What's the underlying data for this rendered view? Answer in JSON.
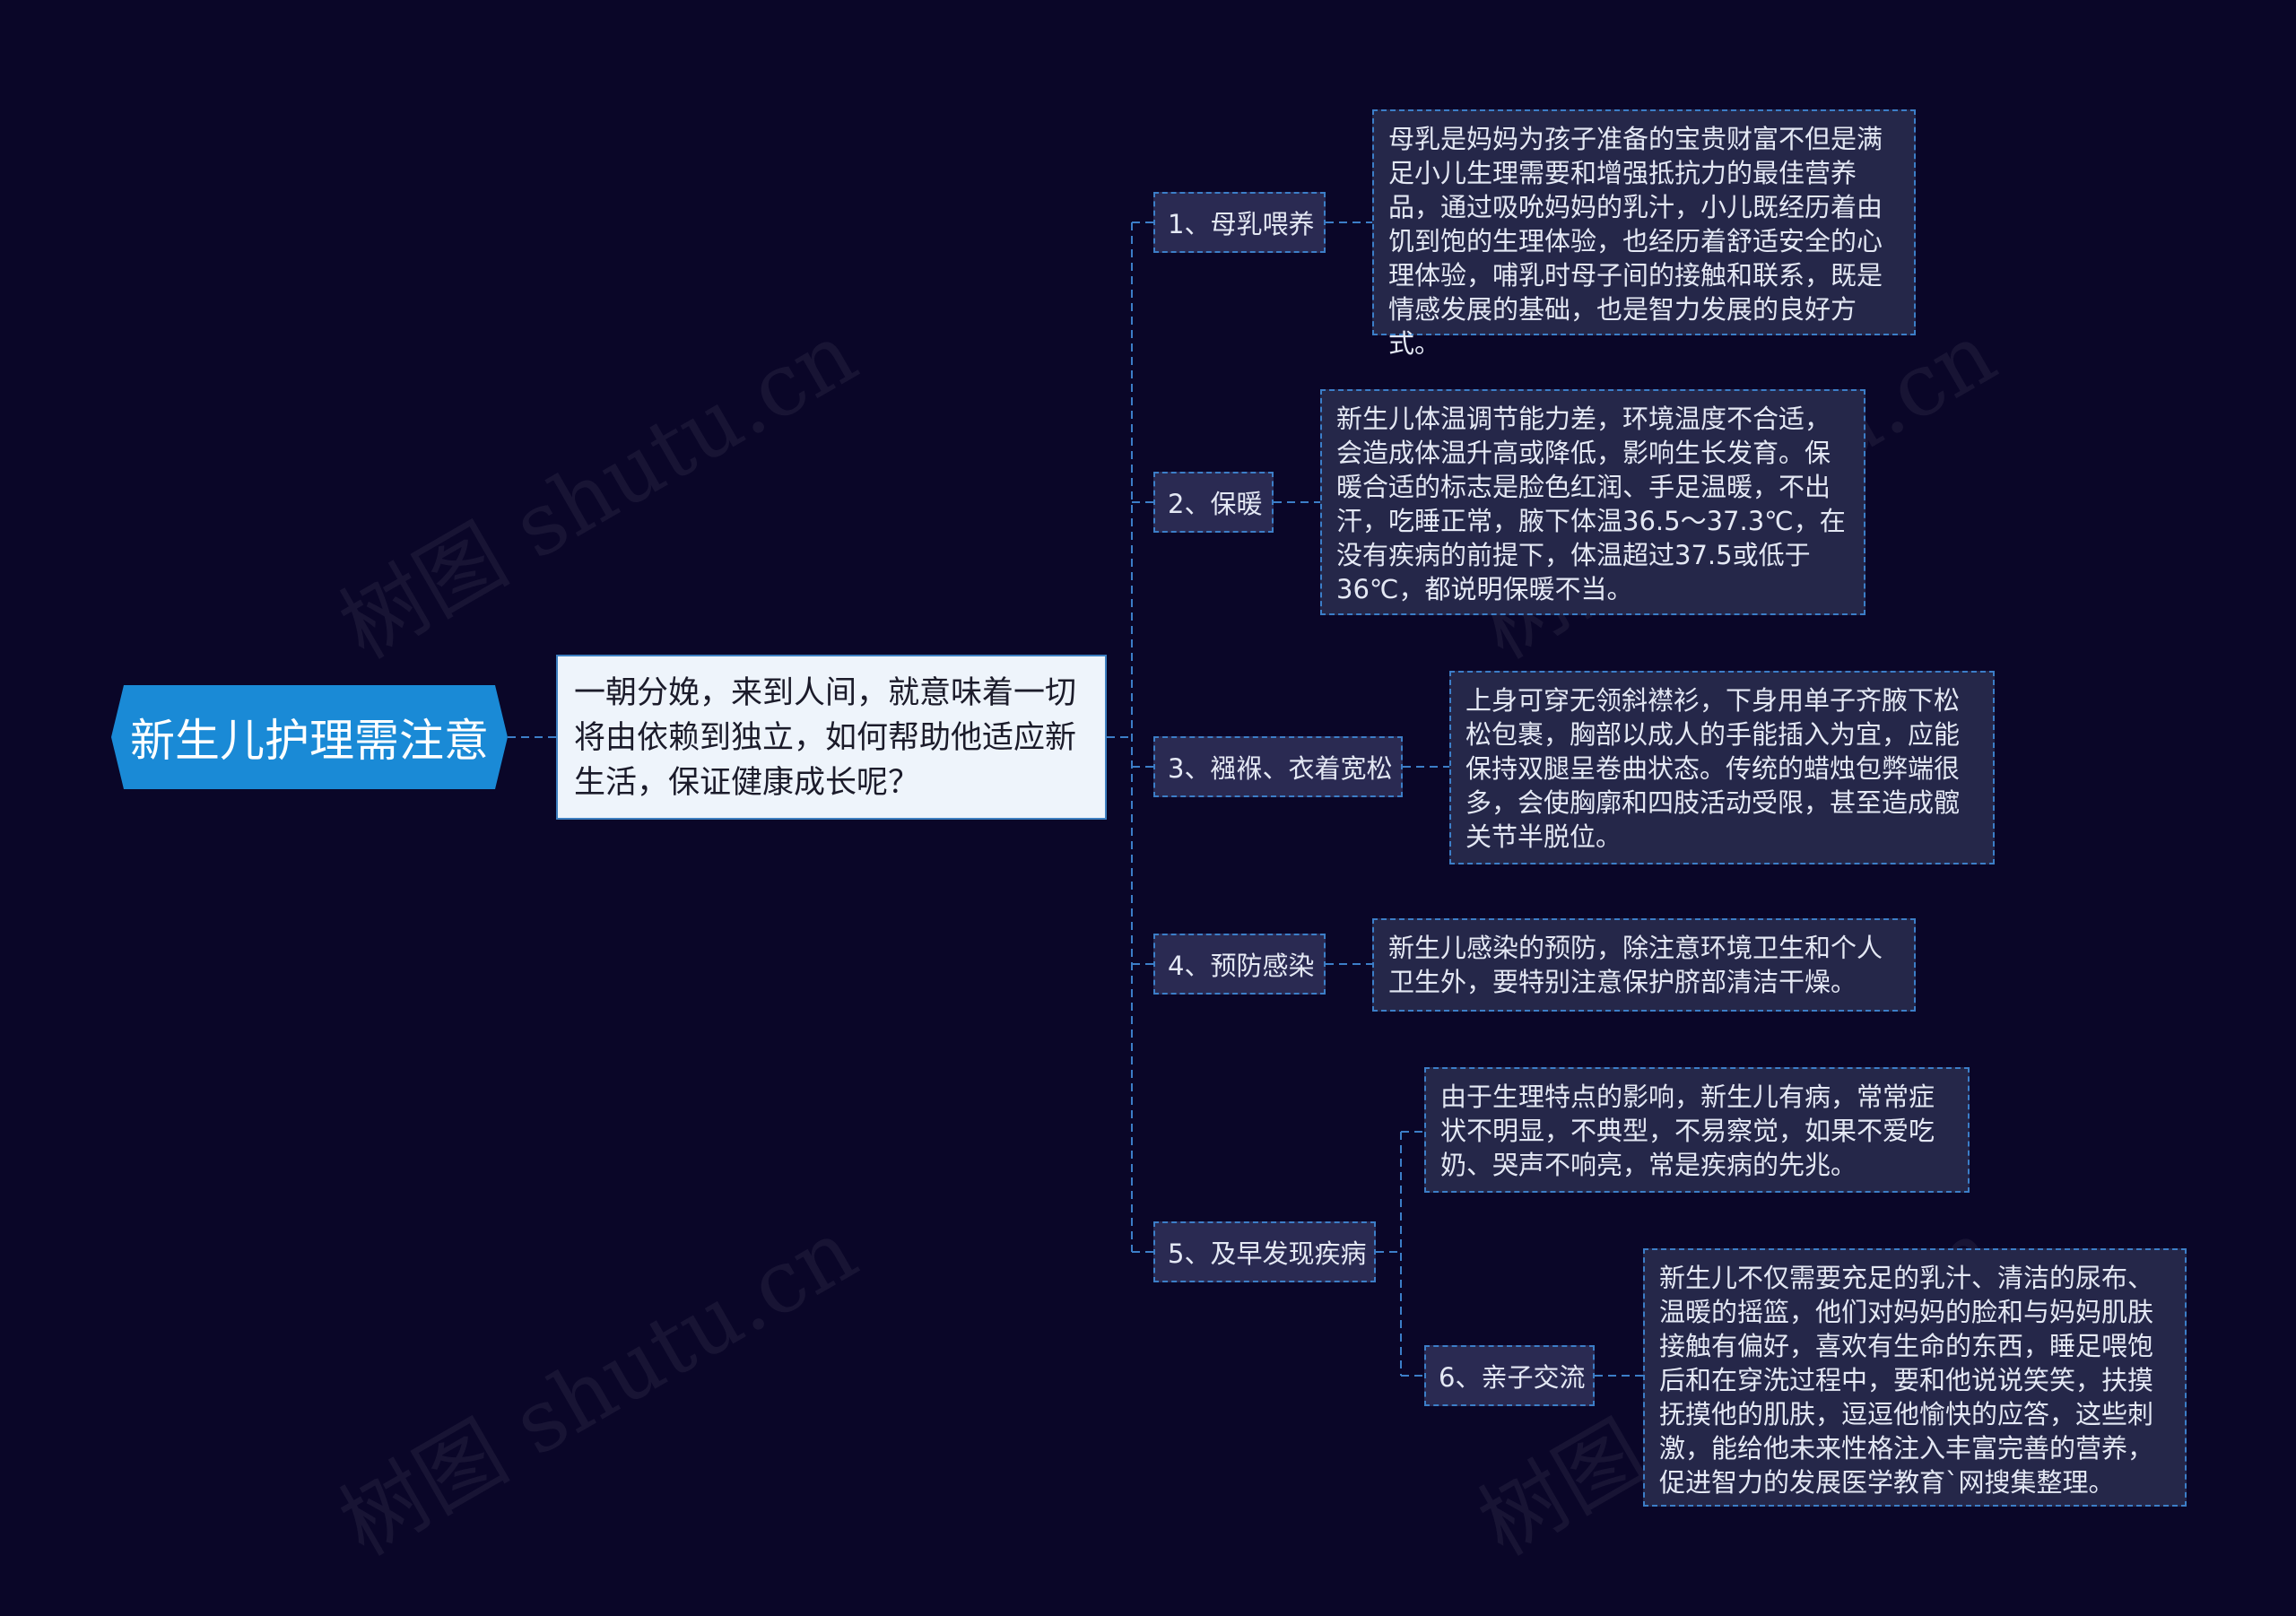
{
  "root": {
    "title": "新生儿护理需注意"
  },
  "intro": {
    "text": "一朝分娩，来到人间，就意味着一切将由依赖到独立，如何帮助他适应新生活，保证健康成长呢？"
  },
  "topics": [
    {
      "label": "1、母乳喂养",
      "detail": "母乳是妈妈为孩子准备的宝贵财富不但是满足小儿生理需要和增强抵抗力的最佳营养品，通过吸吮妈妈的乳汁，小儿既经历着由饥到饱的生理体验，也经历着舒适安全的心理体验，哺乳时母子间的接触和联系，既是情感发展的基础，也是智力发展的良好方式。"
    },
    {
      "label": "2、保暖",
      "detail": "新生儿体温调节能力差，环境温度不合适，会造成体温升高或降低，影响生长发育。保暖合适的标志是脸色红润、手足温暖，不出汗，吃睡正常，腋下体温36.5～37.3℃，在没有疾病的前提下，体温超过37.5或低于36℃，都说明保暖不当。"
    },
    {
      "label": "3、襁褓、衣着宽松",
      "detail": "上身可穿无领斜襟衫，下身用单子齐腋下松松包裹，胸部以成人的手能插入为宜，应能保持双腿呈卷曲状态。传统的蜡烛包弊端很多，会使胸廓和四肢活动受限，甚至造成髋关节半脱位。"
    },
    {
      "label": "4、预防感染",
      "detail": "新生儿感染的预防，除注意环境卫生和个人卫生外，要特别注意保护脐部清洁干燥。"
    },
    {
      "label": "5、及早发现疾病",
      "detail": "由于生理特点的影响，新生儿有病，常常症状不明显，不典型，不易察觉，如果不爱吃奶、哭声不响亮，常是疾病的先兆。",
      "child": {
        "label": "6、亲子交流",
        "detail": "新生儿不仅需要充足的乳汁、清洁的尿布、温暖的摇篮，他们对妈妈的脸和与妈妈肌肤接触有偏好，喜欢有生命的东西，睡足喂饱后和在穿洗过程中，要和他说说笑笑，扶摸抚摸他的肌肤，逗逗他愉快的应答，这些刺激，能给他未来性格注入丰富完善的营养，促进智力的发展医学教育`网搜集整理。"
      }
    }
  ],
  "watermark": "树图 shutu.cn",
  "colors": {
    "background": "#0a0628",
    "root": "#1a8ad6",
    "accent": "#3c7ec8"
  }
}
